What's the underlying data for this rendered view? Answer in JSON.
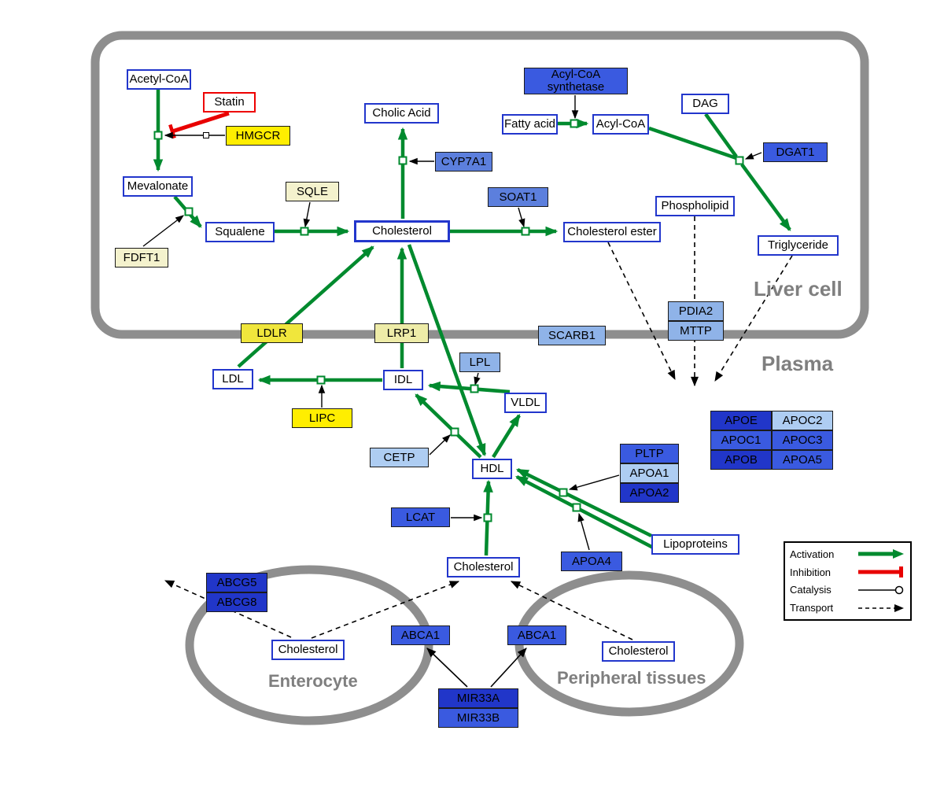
{
  "compartments": {
    "liver": "Liver cell",
    "plasma": "Plasma",
    "enterocyte": "Enterocyte",
    "peripheral": "Peripheral tissues"
  },
  "nodes": {
    "acetyl_coa": "Acetyl-CoA",
    "statin": "Statin",
    "hmgcr": "HMGCR",
    "mevalonate": "Mevalonate",
    "sqle": "SQLE",
    "fdft1": "FDFT1",
    "squalene": "Squalene",
    "cholesterol_liver": "Cholesterol",
    "cholic_acid": "Cholic Acid",
    "cyp7a1": "CYP7A1",
    "soat1": "SOAT1",
    "cholesterol_ester": "Cholesterol ester",
    "acyl_coa_synthetase": "Acyl-CoA synthetase",
    "fatty_acid": "Fatty acid",
    "acyl_coa": "Acyl-CoA",
    "dag": "DAG",
    "dgat1": "DGAT1",
    "phospholipid": "Phospholipid",
    "triglyceride": "Triglyceride",
    "ldlr": "LDLR",
    "lrp1": "LRP1",
    "scarb1": "SCARB1",
    "pdia2": "PDIA2",
    "mttp": "MTTP",
    "ldl": "LDL",
    "idl": "IDL",
    "lpl": "LPL",
    "vldl": "VLDL",
    "lipc": "LIPC",
    "cetp": "CETP",
    "hdl": "HDL",
    "pltp": "PLTP",
    "apoa1": "APOA1",
    "apoa2": "APOA2",
    "lcat": "LCAT",
    "apoa4": "APOA4",
    "lipoproteins": "Lipoproteins",
    "apoe": "APOE",
    "apoc2": "APOC2",
    "apoc1": "APOC1",
    "apoc3": "APOC3",
    "apob": "APOB",
    "apoa5": "APOA5",
    "cholesterol_plasma": "Cholesterol",
    "abcg5": "ABCG5",
    "abcg8": "ABCG8",
    "cholesterol_enterocyte": "Cholesterol",
    "abca1_left": "ABCA1",
    "abca1_right": "ABCA1",
    "cholesterol_peripheral": "Cholesterol",
    "mir33a": "MIR33A",
    "mir33b": "MIR33B"
  },
  "legend": {
    "activation": "Activation",
    "inhibition": "Inhibition",
    "catalysis": "Catalysis",
    "transport": "Transport"
  },
  "colors": {
    "activation_green": "#008a2e",
    "inhibition_red": "#e80000",
    "membrane_gray": "#8e8e8e",
    "metabolite_border_blue": "#2236cc",
    "gene_yellow": "#ffee00",
    "gene_blue_light": "#aecdf2",
    "gene_blue_dark": "#2136c9"
  }
}
